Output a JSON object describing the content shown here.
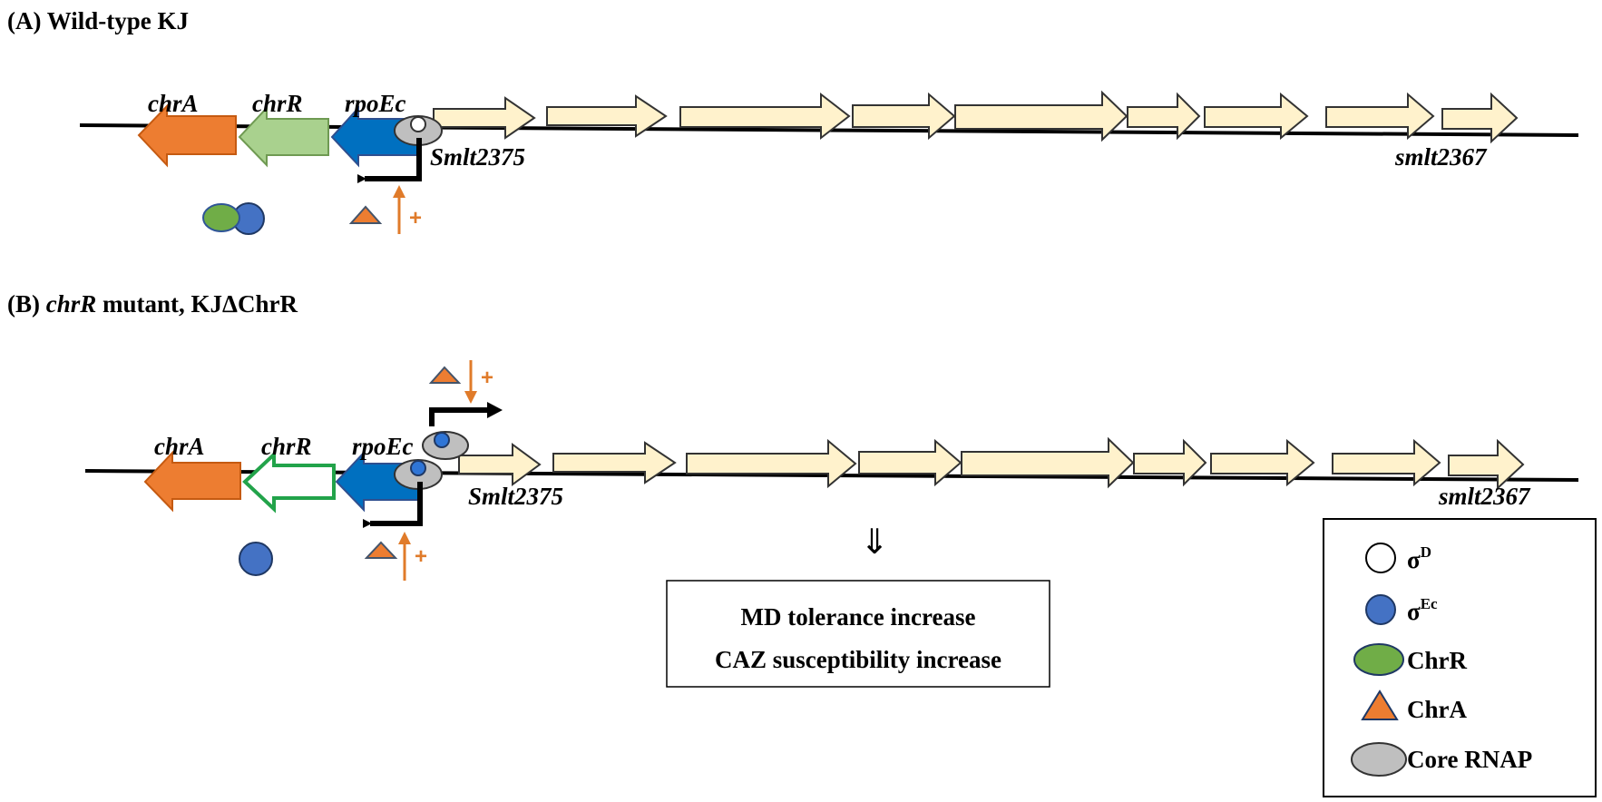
{
  "panel_a": {
    "title": "(A) Wild-type KJ",
    "genes": {
      "chrA": "chrA",
      "chrR": "chrR",
      "rpoEc": "rpoEc",
      "first_operon_gene": "Smlt2375",
      "last_operon_gene": "smlt2367"
    },
    "regulation_sign": "+"
  },
  "panel_b": {
    "title_prefix": "(B) ",
    "title_gene": "chrR",
    "title_suffix": " mutant, KJΔChrR",
    "genes": {
      "chrA": "chrA",
      "chrR": "chrR",
      "rpoEc": "rpoEc",
      "first_operon_gene": "Smlt2375",
      "last_operon_gene": "smlt2367"
    },
    "regulation_sign_top": "+",
    "regulation_sign_bottom": "+",
    "down_arrow_glyph": "⇓",
    "result_lines": [
      "MD tolerance increase",
      "CAZ susceptibility increase"
    ]
  },
  "legend": {
    "items": [
      {
        "symbol": "white-circle",
        "label_base": "σ",
        "label_sup": "D"
      },
      {
        "symbol": "blue-circle",
        "label_base": "σ",
        "label_sup": "Ec"
      },
      {
        "symbol": "green-ellipse",
        "label_base": "ChrR",
        "label_sup": ""
      },
      {
        "symbol": "orange-triangle",
        "label_base": "ChrA",
        "label_sup": ""
      },
      {
        "symbol": "gray-ellipse",
        "label_base": "Core RNAP",
        "label_sup": ""
      }
    ]
  },
  "colors": {
    "chrA_orange": "#ed7d31",
    "chrR_green": "#a9d18e",
    "chrR_outline_green": "#22a34a",
    "rpoEc_blue": "#0070c0",
    "operon_cream": "#fff2cc",
    "sigmaEc_blue": "#4472c4",
    "chrR_protein_green": "#70ad47",
    "chrA_triangle": "#ed7d31",
    "rnap_gray": "#bfbfbf",
    "regulation_orange": "#e07b2a"
  }
}
